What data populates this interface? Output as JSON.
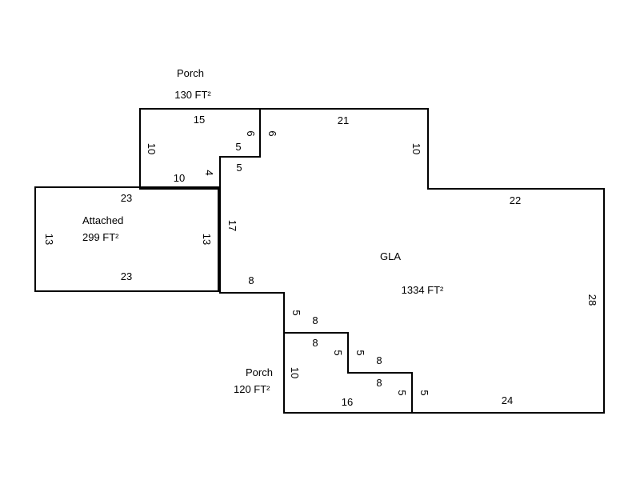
{
  "areas": {
    "porch_top": {
      "name": "Porch",
      "area": "130 FT²"
    },
    "attached": {
      "name": "Attached",
      "area": "299 FT²"
    },
    "gla": {
      "name": "GLA",
      "area": "1334 FT²"
    },
    "porch_bottom": {
      "name": "Porch",
      "area": "120 FT²"
    }
  },
  "dimensions": {
    "porch_top": {
      "top": "15",
      "left": "10",
      "right": "6",
      "step": "5",
      "inner": "4",
      "bottom": "10"
    },
    "attached": {
      "top": "23",
      "bottom": "23",
      "left": "13",
      "right": "13"
    },
    "gla": {
      "right_of_porch": "6",
      "step_a": "5",
      "top": "21",
      "notch": "10",
      "top_right": "22",
      "left": "17",
      "right": "28",
      "ledge": "8",
      "drop1": "5",
      "run1": "8",
      "drop2": "5",
      "run2": "8",
      "drop3": "5",
      "bottom": "24"
    },
    "porch_bottom": {
      "top": "8",
      "step1": "5",
      "mid": "8",
      "step2": "5",
      "bottom": "16",
      "left": "10"
    }
  }
}
